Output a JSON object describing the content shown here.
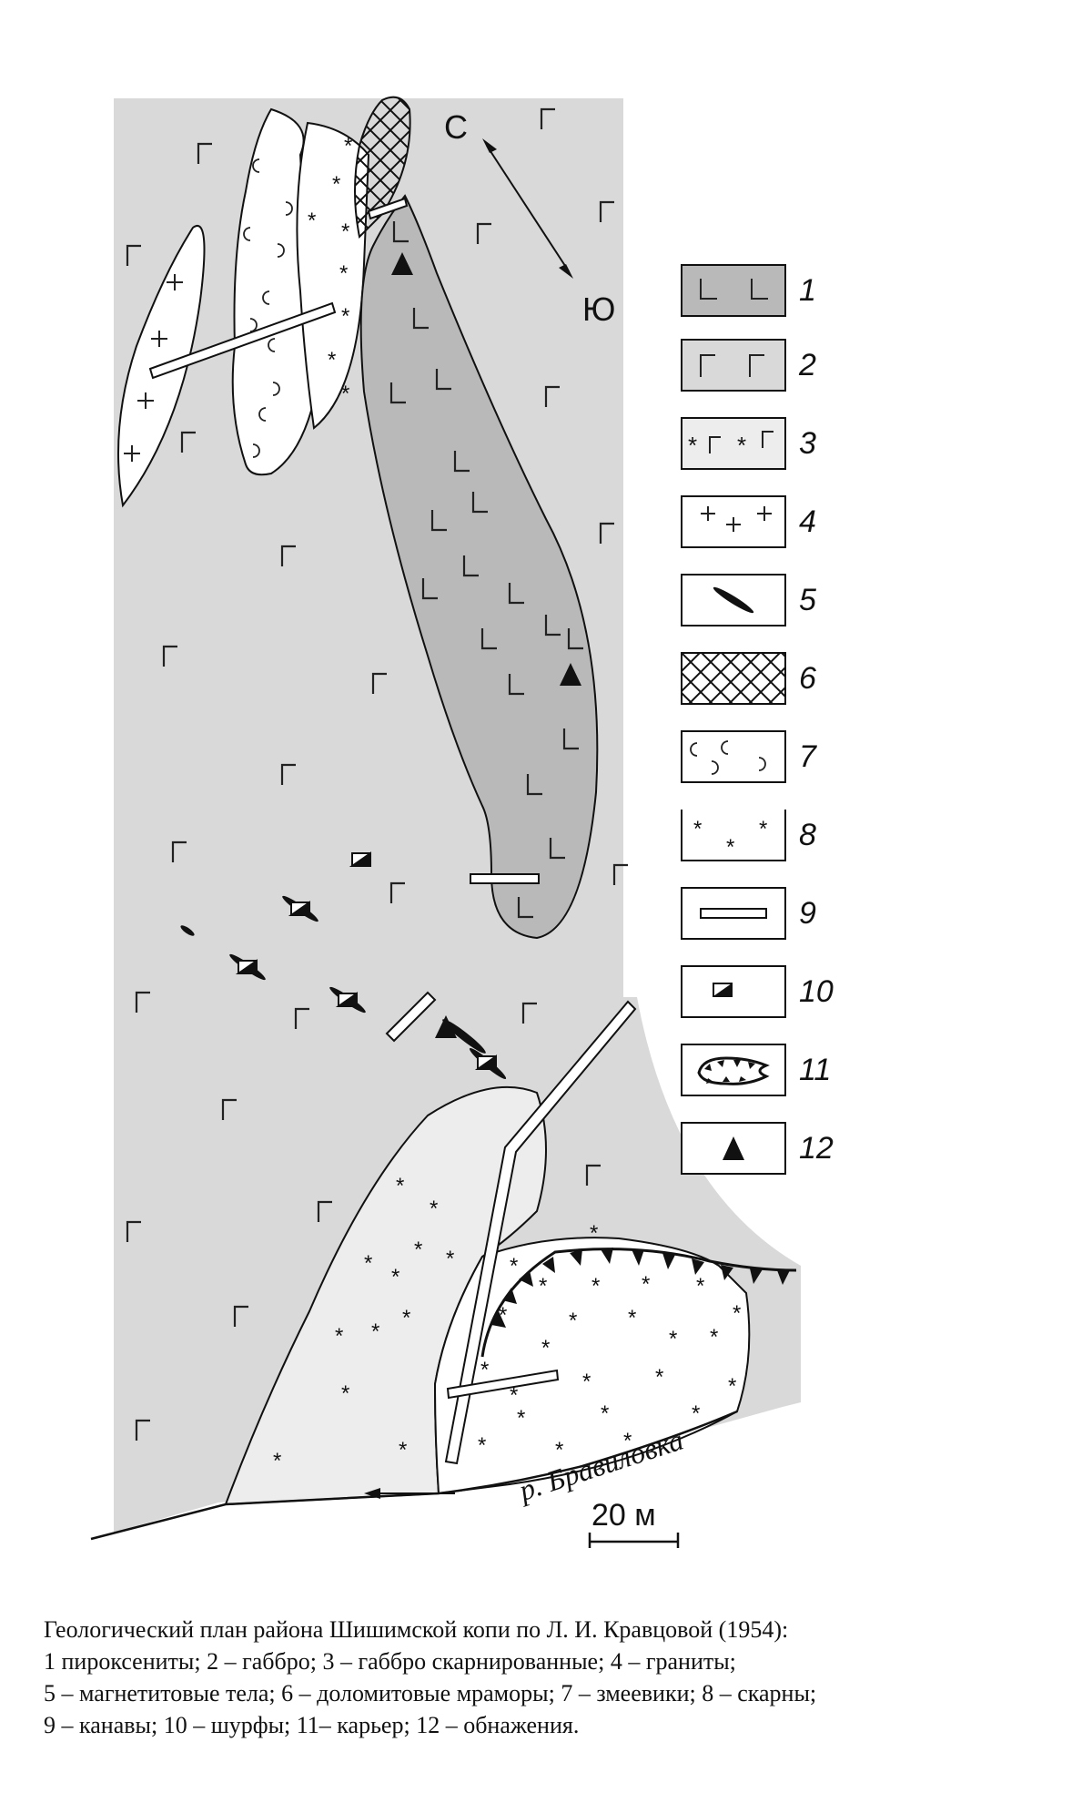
{
  "map": {
    "north_label": "С",
    "south_label": "Ю",
    "river_label": "р. Бравиловка",
    "scale_label": "20 м"
  },
  "legend": {
    "items": [
      {
        "num": "1"
      },
      {
        "num": "2"
      },
      {
        "num": "3"
      },
      {
        "num": "4"
      },
      {
        "num": "5"
      },
      {
        "num": "6"
      },
      {
        "num": "7"
      },
      {
        "num": "8"
      },
      {
        "num": "9"
      },
      {
        "num": "10"
      },
      {
        "num": "11"
      },
      {
        "num": "12"
      }
    ]
  },
  "caption": {
    "lines": [
      "Геологический план района Шишимской копи по Л. И. Кравцовой (1954):",
      "1 пироксениты; 2 – габбро; 3 – габбро скарнированные; 4 – граниты;",
      "5 – магнетитовые тела; 6 – доломитовые мраморы; 7 – змеевики; 8 – скарны;",
      "9 – канавы; 10 – шурфы; 11– карьер; 12 – обнажения."
    ]
  },
  "colors": {
    "gabbro_fill": "#d9d9d9",
    "pyroxenite_fill": "#b9b9b9",
    "skarn_gabbro_fill": "#ededed",
    "white": "#ffffff",
    "ink": "#111111"
  }
}
